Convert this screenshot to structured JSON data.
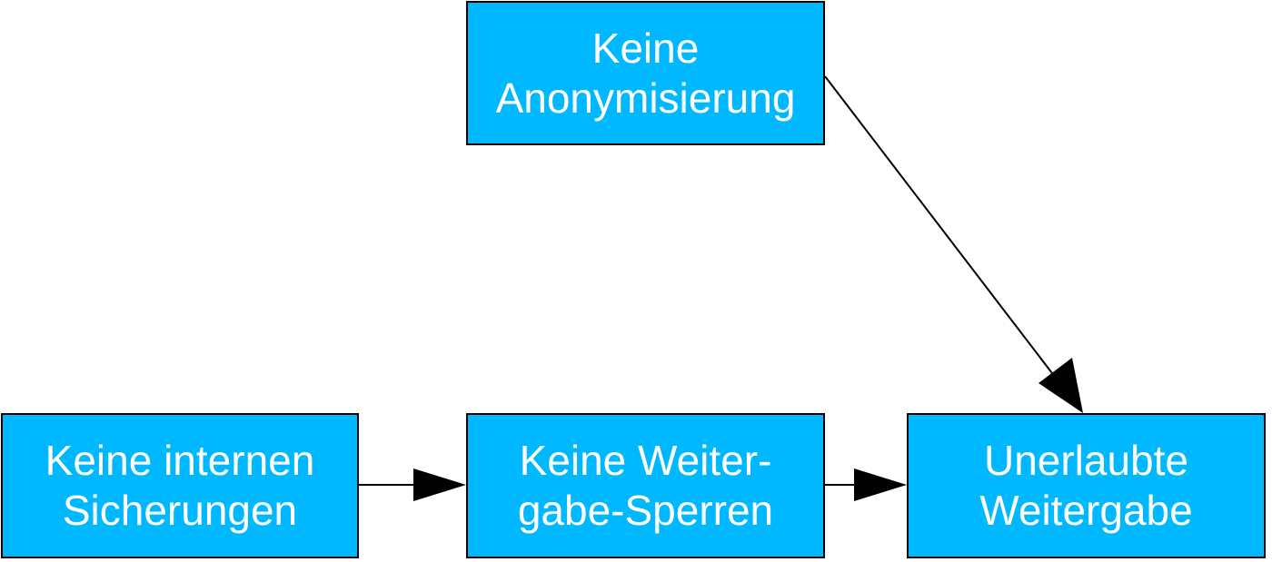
{
  "colors": {
    "node_fill": "#00b8ff",
    "node_border": "#000000",
    "node_text": "#ffffff",
    "edge": "#000000"
  },
  "nodes": {
    "anonymization": {
      "line1": "Keine",
      "line2": "Anonymisierung"
    },
    "internal_backups": {
      "line1": "Keine internen",
      "line2": "Sicherungen"
    },
    "forwarding_locks": {
      "line1": "Keine Weiter-",
      "line2": "gabe-Sperren"
    },
    "unauthorized": {
      "line1": "Unerlaubte",
      "line2": "Weitergabe"
    }
  },
  "edges": [
    {
      "from": "anonymization",
      "to": "unauthorized"
    },
    {
      "from": "internal_backups",
      "to": "forwarding_locks"
    },
    {
      "from": "forwarding_locks",
      "to": "unauthorized"
    }
  ]
}
